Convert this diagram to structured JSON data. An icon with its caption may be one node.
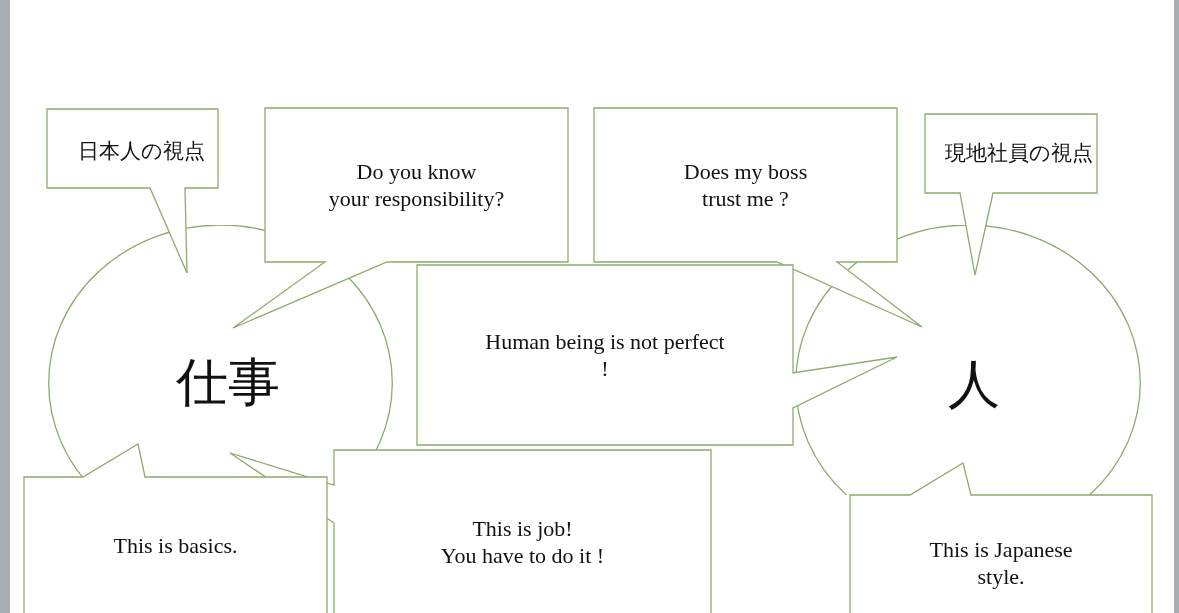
{
  "diagram": {
    "nodes": [
      {
        "text": [
          "日本人の視点"
        ]
      },
      {
        "text": [
          "Do you know your responsibility?"
        ]
      },
      {
        "text": [
          "Does my boss trust me ?"
        ]
      },
      {
        "text": [
          "現地社員の視点"
        ]
      },
      {
        "text": [
          "仕事"
        ]
      },
      {
        "text": [
          "Human being is not perfect !"
        ]
      },
      {
        "text": [
          "人"
        ]
      },
      {
        "text": [
          "This is basics."
        ]
      },
      {
        "text": [
          "This is job! You have to do it !"
        ]
      },
      {
        "text": [
          "This is Japanese style."
        ]
      }
    ]
  }
}
